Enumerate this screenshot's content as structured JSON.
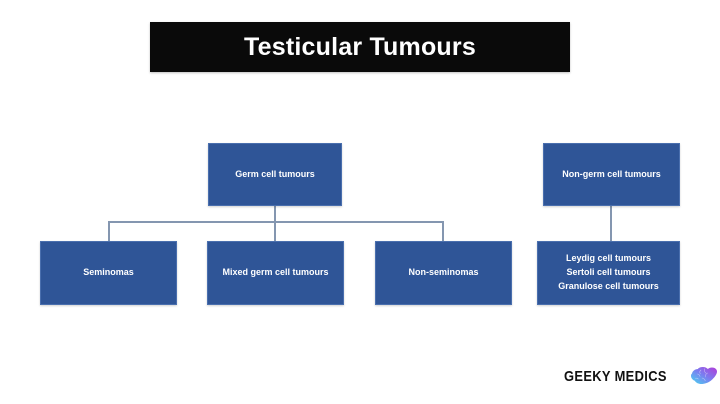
{
  "slide": {
    "title": "Testicular Tumours",
    "background_color": "#ffffff",
    "title_background_color": "#0a0a0a",
    "title_text_color": "#ffffff",
    "node_fill_color": "#2f5597",
    "node_border_color": "#4a6fae",
    "node_text_color": "#ffffff",
    "connector_color": "#8496b0"
  },
  "diagram": {
    "type": "hierarchy-flowchart",
    "branches": [
      {
        "id": "germ-cell",
        "parent_label": "Germ cell tumours",
        "children": [
          {
            "id": "seminomas",
            "label": "Seminomas"
          },
          {
            "id": "mixed-germ-cell",
            "label": "Mixed germ cell tumours"
          },
          {
            "id": "non-seminomas",
            "label": "Non-seminomas"
          }
        ]
      },
      {
        "id": "non-germ-cell",
        "parent_label": "Non-germ cell tumours",
        "children": [
          {
            "id": "non-germ-cell-types",
            "lines": [
              "Leydig cell tumours",
              "Sertoli cell tumours",
              "Granulose cell tumours"
            ]
          }
        ]
      }
    ]
  },
  "brand": {
    "name": "GEEKY MEDICS",
    "logo_icon": "brain-icon",
    "logo_gradient_start": "#49d8f0",
    "logo_gradient_mid": "#7a7ef0",
    "logo_gradient_end": "#b23ad8"
  }
}
